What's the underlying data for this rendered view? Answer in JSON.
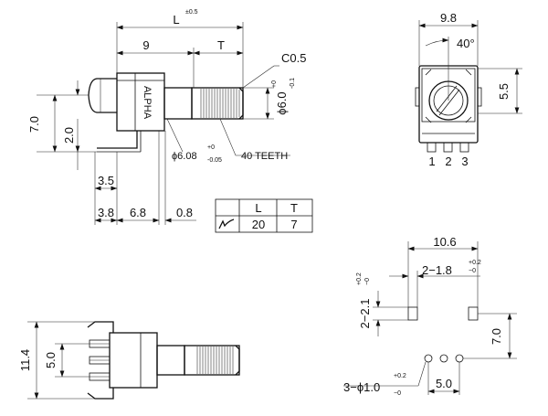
{
  "side_view": {
    "brand_marking": "ALPHA",
    "dim_L": "L",
    "dim_L_tolerance": "±0.5",
    "dim_9": "9",
    "dim_T": "T",
    "chamfer": "C0.5",
    "shaft_dia": "ϕ6.0",
    "shaft_dia_tol_upper": "+0",
    "shaft_dia_tol_lower": "-0.1",
    "bushing_dia": "ϕ6.08",
    "bushing_dia_tol_upper": "+0",
    "bushing_dia_tol_lower": "-0.05",
    "teeth": "40 TEETH",
    "height_7_0": "7.0",
    "height_2_0": "2.0",
    "dim_3_5": "3.5",
    "dim_3_8": "3.8",
    "dim_6_8": "6.8",
    "dim_0_8": "0.8"
  },
  "lt_table": {
    "col_L": "L",
    "col_T": "T",
    "row_symbol": "knurled shaft",
    "row_L": "20",
    "row_T": "7"
  },
  "front_view": {
    "width": "9.8",
    "angle": "40°",
    "height": "5.5",
    "pins": [
      "1",
      "2",
      "3"
    ]
  },
  "bottom_view": {
    "height_11_4": "11.4",
    "height_5_0": "5.0"
  },
  "pcb_layout": {
    "width_10_6": "10.6",
    "mount_hole": "2−1.8",
    "mount_hole_tol_upper": "+0.2",
    "mount_hole_tol_lower": "−0",
    "mount_slot": "2−2.1",
    "mount_slot_tol_upper": "+0.2",
    "mount_slot_tol_lower": "−0",
    "height_7_0": "7.0",
    "pin_holes": "3−ϕ1.0",
    "pin_holes_tol_upper": "+0.2",
    "pin_holes_tol_lower": "−0",
    "pitch_5_0": "5.0"
  }
}
